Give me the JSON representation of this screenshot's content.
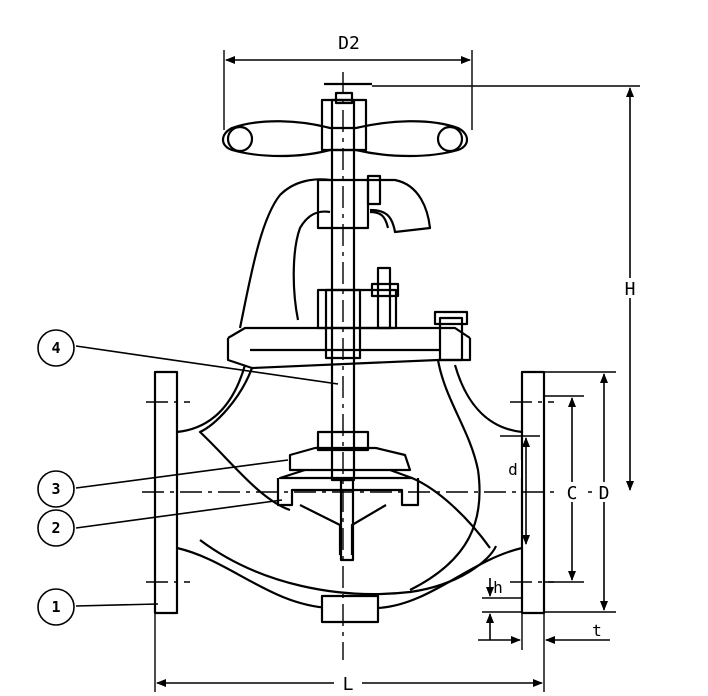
{
  "diagram": {
    "dimension_labels": {
      "D2": "D2",
      "H": "H",
      "C": "C",
      "D": "D",
      "d": "d",
      "h": "h",
      "t": "t",
      "L": "L"
    },
    "balloons": [
      "1",
      "2",
      "3",
      "4"
    ],
    "colors": {
      "line": "#000000",
      "background": "#ffffff"
    }
  }
}
